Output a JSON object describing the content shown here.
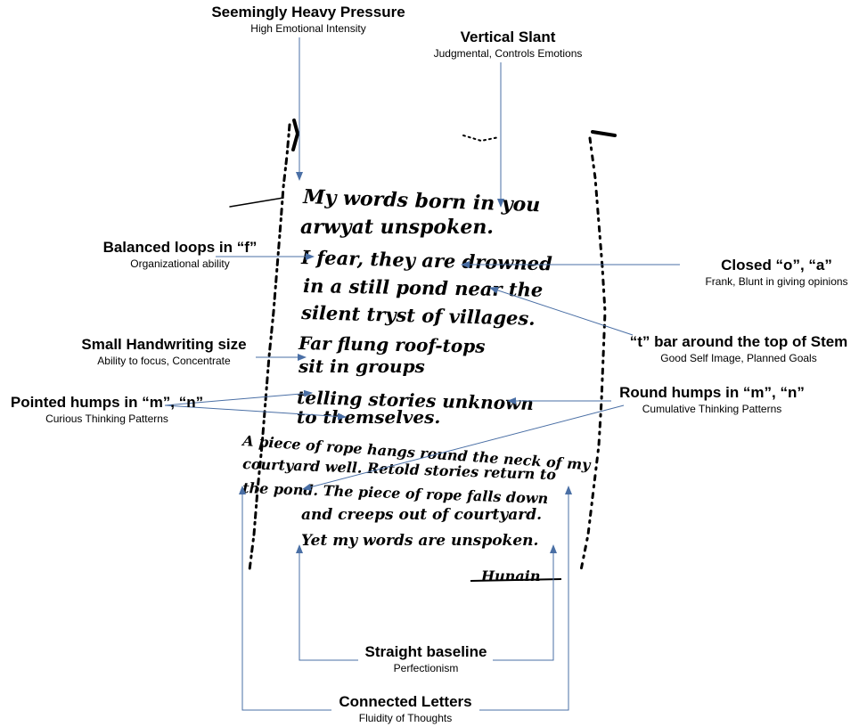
{
  "annotations": [
    {
      "id": "pressure",
      "title": "Seemingly Heavy Pressure",
      "subtitle": "High Emotional Intensity"
    },
    {
      "id": "slant",
      "title": "Vertical Slant",
      "subtitle": "Judgmental, Controls Emotions"
    },
    {
      "id": "loops",
      "title": "Balanced loops in “f”",
      "subtitle": "Organizational ability"
    },
    {
      "id": "closed",
      "title": "Closed “o”, “a”",
      "subtitle": "Frank, Blunt in giving opinions"
    },
    {
      "id": "tbar",
      "title": "“t” bar around the top of Stem",
      "subtitle": "Good Self Image, Planned Goals"
    },
    {
      "id": "size",
      "title": "Small Handwriting size",
      "subtitle": "Ability to focus, Concentrate"
    },
    {
      "id": "pointed",
      "title": "Pointed humps in “m”, “n”",
      "subtitle": "Curious Thinking Patterns"
    },
    {
      "id": "round",
      "title": "Round humps in “m”, “n”",
      "subtitle": "Cumulative Thinking Patterns"
    },
    {
      "id": "baseline",
      "title": "Straight baseline",
      "subtitle": "Perfectionism"
    },
    {
      "id": "connected",
      "title": "Connected Letters",
      "subtitle": "Fluidity of Thoughts"
    }
  ],
  "handwriting": {
    "lines": [
      "My words born in you",
      "arwyat unspoken.",
      "I fear, they are drowned",
      "in a still pond near the",
      "silent tryst of villages.",
      "Far flung roof-tops",
      "sit in groups",
      "telling stories unknown",
      "to themselves.",
      "A piece of rope hangs round the neck of my",
      "courtyard well. Retold stories return to",
      "the pond. The piece of rope falls down",
      "and creeps out of courtyard.",
      "Yet my words are unspoken."
    ],
    "signature": "Hunain"
  },
  "colors": {
    "arrow": "#4a6fa5",
    "ink": "#000000"
  }
}
